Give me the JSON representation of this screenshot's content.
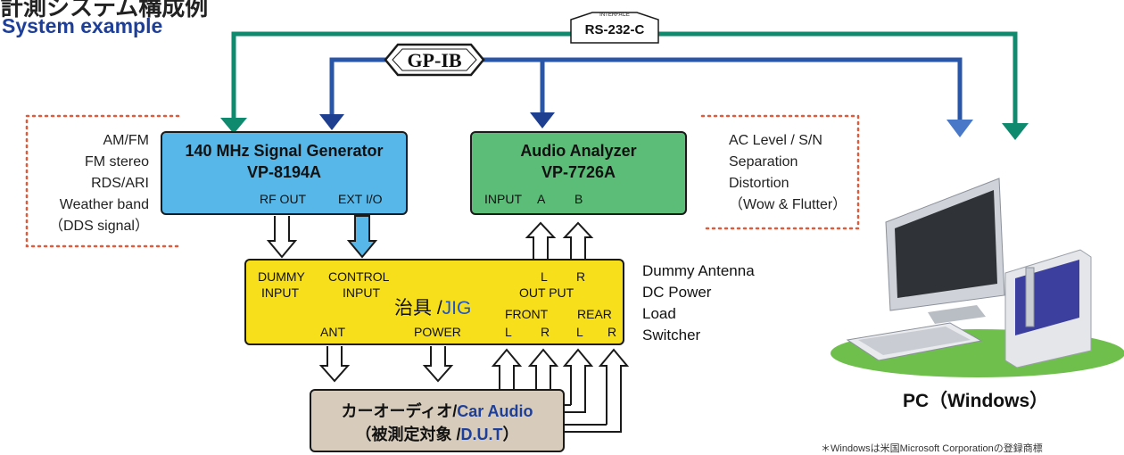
{
  "header": {
    "title_jp": "計測システム構成例",
    "title_en": "System example"
  },
  "interfaces": {
    "rs232c_top": "INTERFACE",
    "rs232c": "RS-232-C",
    "gpib": "GP-IB"
  },
  "signal_generator": {
    "title": "140 MHz Signal Generator",
    "model": "VP-8194A",
    "port_rf_out": "RF OUT",
    "port_ext_io": "EXT I/O",
    "notes": [
      "AM/FM",
      "FM stereo",
      "RDS/ARI",
      "Weather band",
      "（DDS signal）"
    ]
  },
  "audio_analyzer": {
    "title": "Audio Analyzer",
    "model": "VP-7726A",
    "port_input": "INPUT",
    "port_a": "A",
    "port_b": "B",
    "notes": [
      "AC Level / S/N",
      "Separation",
      "Distortion",
      "（Wow & Flutter）"
    ]
  },
  "jig": {
    "dummy_input_1": "DUMMY",
    "dummy_input_2": "INPUT",
    "control_input_1": "CONTROL",
    "control_input_2": "INPUT",
    "name_jp": "治具 /",
    "name_en": "JIG",
    "out_l": "L",
    "out_r": "R",
    "out_put": "OUT PUT",
    "front": "FRONT",
    "rear": "REAR",
    "ant": "ANT",
    "power": "POWER",
    "front_l": "L",
    "front_r": "R",
    "rear_l": "L",
    "rear_r": "R",
    "side_notes": [
      "Dummy Antenna",
      "DC Power",
      "Load",
      "Switcher"
    ]
  },
  "dut": {
    "line1_jp": "カーオーディオ/",
    "line1_en": "Car Audio",
    "line2_jp_open": "（被測定対象 /",
    "line2_en": "D.U.T",
    "line2_close": "）"
  },
  "pc": {
    "label": "PC（Windows）"
  },
  "footnote": "＊Windowsは米国Microsoft Corporationの登録商標",
  "colors": {
    "rs232c_line": "#0f8a6e",
    "gpib_line": "#2a56a8",
    "signal_generator": "#57b7e8",
    "audio_analyzer": "#5cbd78",
    "jig": "#f8df1c",
    "dut": "#d7ccbc",
    "notes_border": "#e05a3c"
  }
}
